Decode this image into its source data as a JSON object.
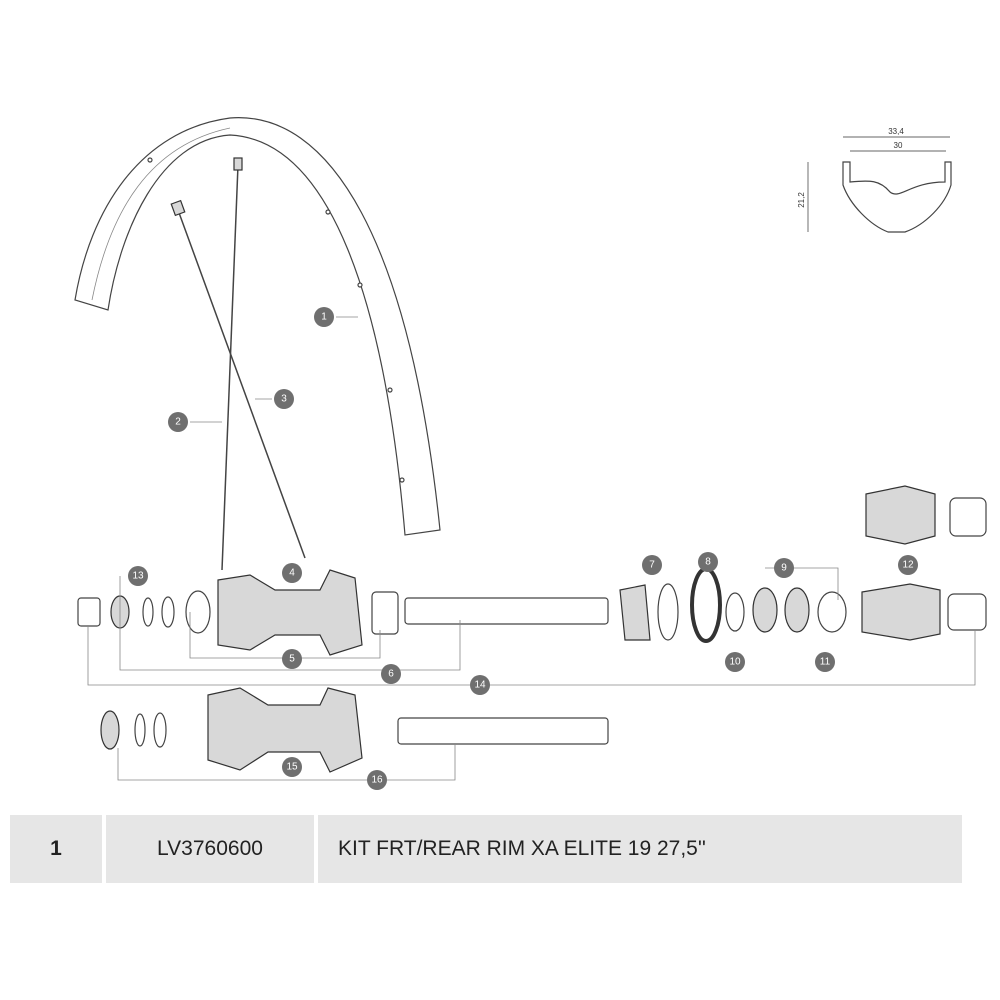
{
  "profile": {
    "width_outer": "33,4",
    "width_inner": "30",
    "height": "21,2"
  },
  "callouts": [
    "1",
    "2",
    "3",
    "4",
    "5",
    "6",
    "7",
    "8",
    "9",
    "10",
    "11",
    "12",
    "13",
    "14",
    "15",
    "16"
  ],
  "table": {
    "rows": [
      {
        "item": "1",
        "code": "LV3760600",
        "description": "KIT FRT/REAR RIM XA ELITE 19 27,5''"
      }
    ]
  }
}
